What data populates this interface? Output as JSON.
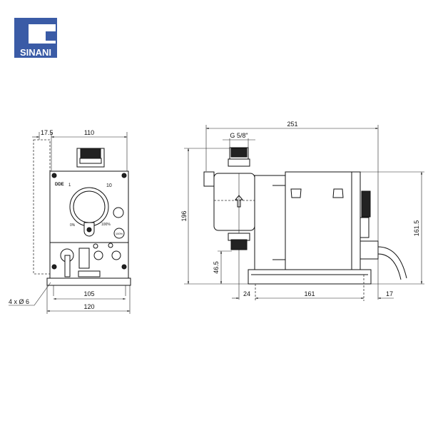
{
  "logo": {
    "text": "SINANI",
    "color": "#3a5ba6"
  },
  "front_view": {
    "dimensions": {
      "side_depth": "17.5",
      "width": "110",
      "base_hole_spacing": "105",
      "base_width": "120",
      "mounting_holes": "4 x Ø 6"
    },
    "panel": {
      "model": "DDE",
      "scale_min": "1",
      "scale_max": "10",
      "percent_min": "0%",
      "percent_max": "100%",
      "button": "100%"
    }
  },
  "side_view": {
    "dimensions": {
      "overall_length": "251",
      "thread": "G 5/8\"",
      "overall_height": "196",
      "outlet_height": "46.5",
      "body_height": "161.5",
      "head_offset": "24",
      "base_length": "161",
      "rear_offset": "17"
    }
  }
}
